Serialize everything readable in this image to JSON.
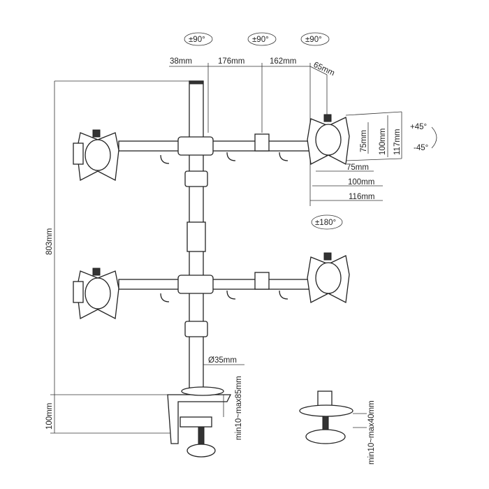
{
  "rotation": {
    "arm1": "±90°",
    "arm2": "±90°",
    "arm3": "±90°",
    "plate": "±180°",
    "tilt_up": "+45°",
    "tilt_down": "-45°"
  },
  "arm_dims": {
    "d1": "38mm",
    "d2": "176mm",
    "d3": "162mm",
    "d4": "65mm"
  },
  "vesa": {
    "h75": "75mm",
    "h100": "100mm",
    "h117": "117mm",
    "w75": "75mm",
    "w100": "100mm",
    "w116": "116mm"
  },
  "pole": {
    "height": "803mm",
    "diameter": "Ø35mm"
  },
  "clamp": {
    "height": "100mm",
    "clamp_range": "min10~max85mm",
    "grommet_range": "min10~max40mm"
  }
}
